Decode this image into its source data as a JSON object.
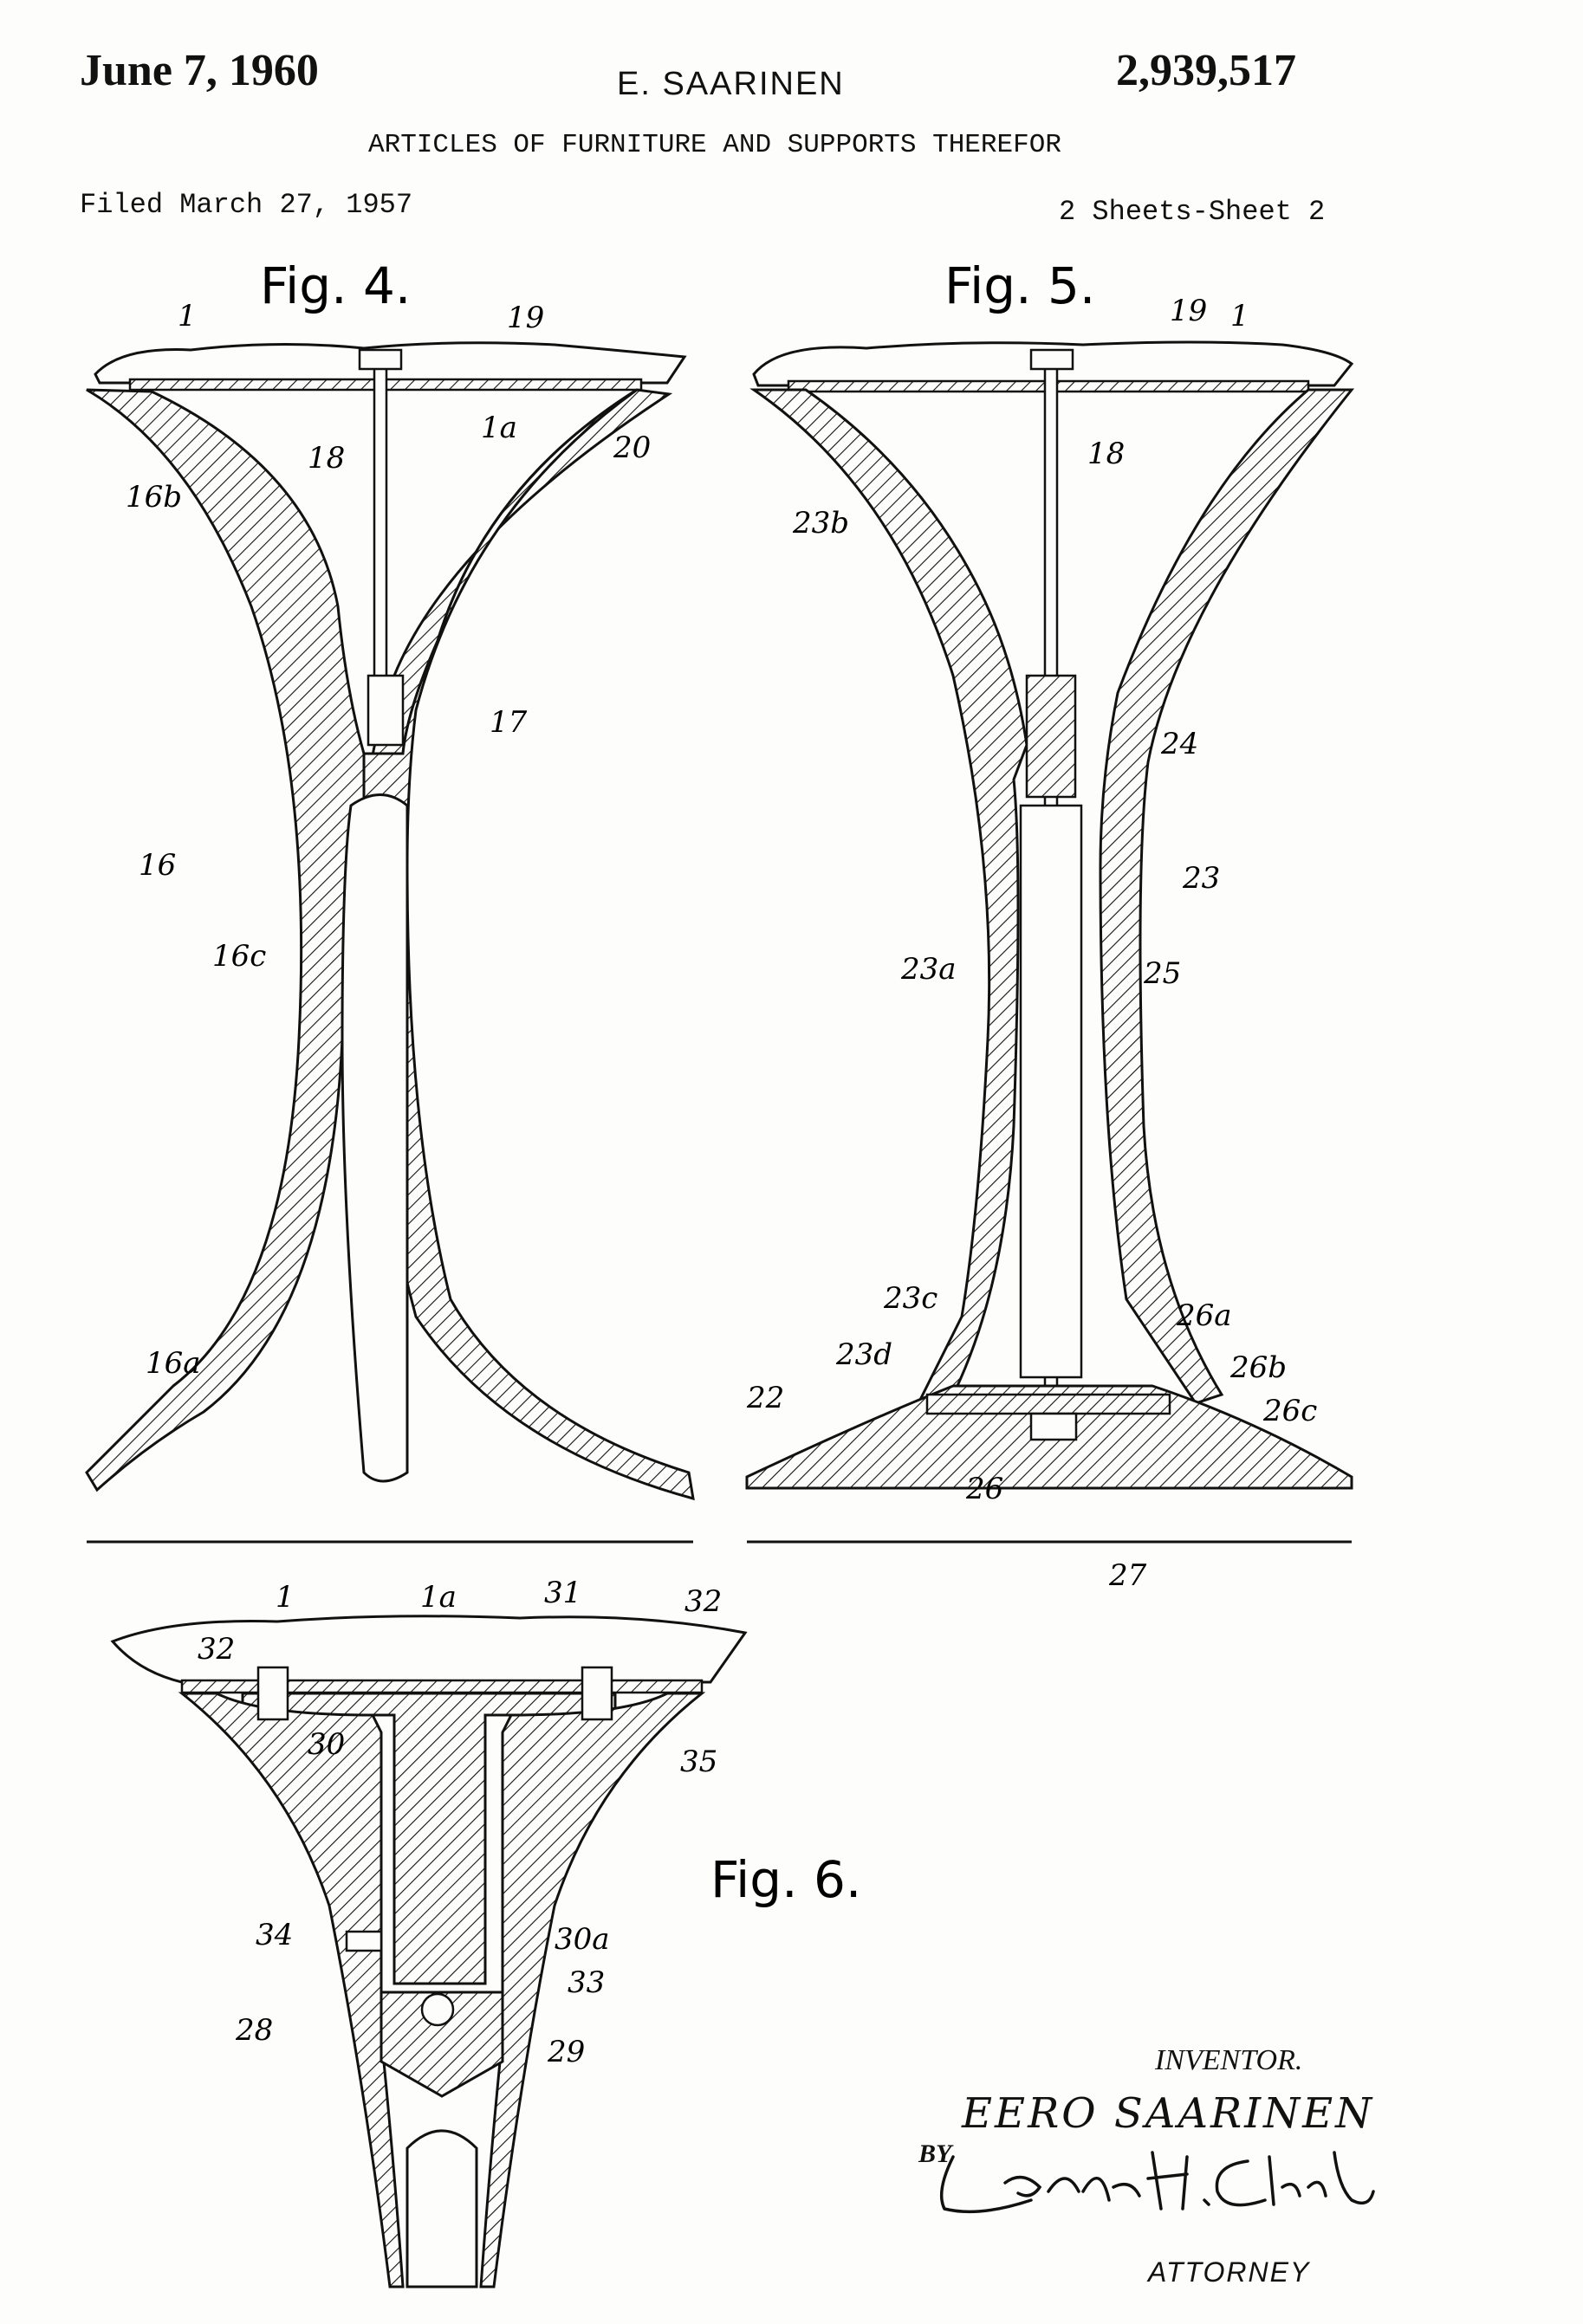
{
  "header": {
    "date": "June 7, 1960",
    "inventor": "E. SAARINEN",
    "patent_number": "2,939,517",
    "title": "ARTICLES OF FURNITURE AND SUPPORTS THEREFOR",
    "filed": "Filed March 27, 1957",
    "sheets": "2 Sheets-Sheet 2"
  },
  "figures": {
    "fig4": {
      "label": "Fig. 4.",
      "refs": [
        "1",
        "19",
        "1a",
        "20",
        "18",
        "16b",
        "17",
        "16",
        "16c",
        "16a"
      ]
    },
    "fig5": {
      "label": "Fig. 5.",
      "refs": [
        "19",
        "1",
        "18",
        "23b",
        "24",
        "23",
        "23a",
        "25",
        "23c",
        "26a",
        "23d",
        "26b",
        "22",
        "26c",
        "26",
        "27"
      ]
    },
    "fig6": {
      "label": "Fig. 6.",
      "refs": [
        "1",
        "1a",
        "31",
        "32",
        "32",
        "30",
        "35",
        "34",
        "30a",
        "33",
        "28",
        "29"
      ]
    }
  },
  "signature_block": {
    "inventor_label": "INVENTOR.",
    "inventor_name": "EERO SAARINEN",
    "by_label": "BY",
    "attorney_signature": "Lester H. Clark",
    "attorney_label": "ATTORNEY"
  }
}
